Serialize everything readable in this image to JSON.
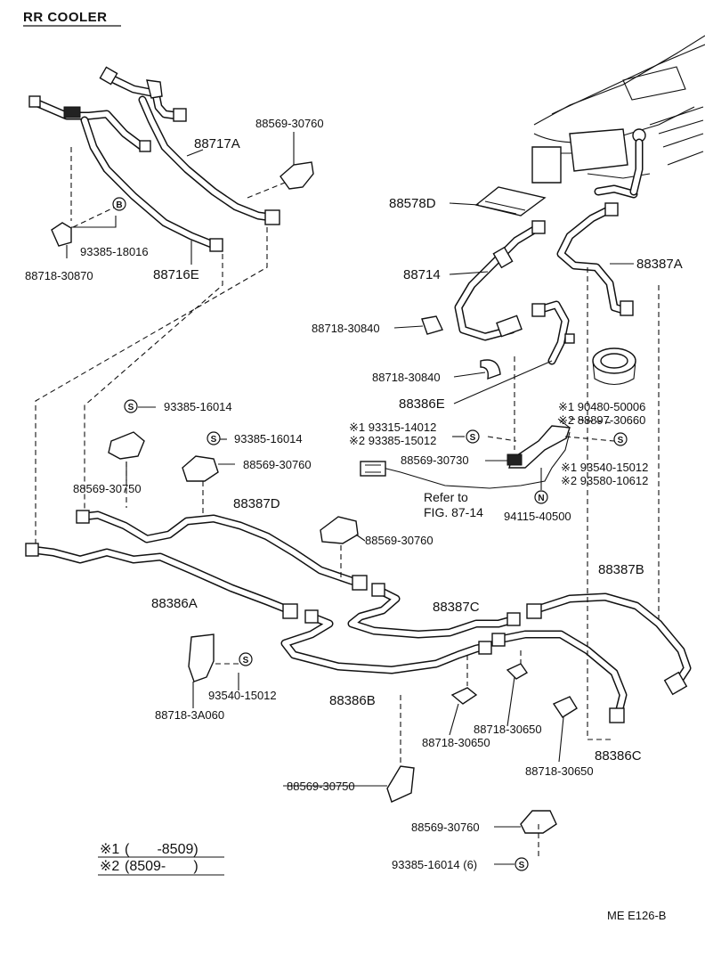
{
  "title": "RR COOLER",
  "labels": {
    "l88717A": "88717A",
    "l88569_30760_top": "88569-30760",
    "l93385_18016": "93385-18016",
    "l88718_30870": "88718-30870",
    "l88716E": "88716E",
    "l88578D": "88578D",
    "l88714": "88714",
    "l88387A": "88387A",
    "l88718_30840_a": "88718-30840",
    "l88718_30840_b": "88718-30840",
    "l88386E": "88386E",
    "l93385_16014_a": "93385-16014",
    "l93385_16014_b": "93385-16014",
    "l88569_30750_a": "88569-30750",
    "l88569_30760_mid": "88569-30760",
    "l193315": "※1 93315-14012",
    "l293385": "※2 93385-15012",
    "l190480": "※1 90480-50006",
    "l288897": "※2 88897-30660",
    "l88569_30730": "88569-30730",
    "l193540": "※1 93540-15012",
    "l293580": "※2 93580-10612",
    "l94115": "94115-40500",
    "refer1": "Refer to",
    "refer2": "FIG. 87-14",
    "l88387D": "88387D",
    "l88569_30760_c": "88569-30760",
    "l88387B": "88387B",
    "l88386A": "88386A",
    "l88387C": "88387C",
    "l93540_15012": "93540-15012",
    "l88718_3A060": "88718-3A060",
    "l88386B": "88386B",
    "l88718_30650_a": "88718-30650",
    "l88718_30650_b": "88718-30650",
    "l88718_30650_c": "88718-30650",
    "l88386C": "88386C",
    "l88569_30750_b": "88569-30750",
    "l88569_30760_d": "88569-30760",
    "l93385_16014_6": "93385-16014 (6)"
  },
  "symbols": {
    "S": "S",
    "B": "B",
    "N": "N"
  },
  "notes": {
    "n1_mark": "※1",
    "n1_text": "(       -8509)",
    "n2_mark": "※2",
    "n2_text": "(8509-       )"
  },
  "footer": "ME  E126-B"
}
